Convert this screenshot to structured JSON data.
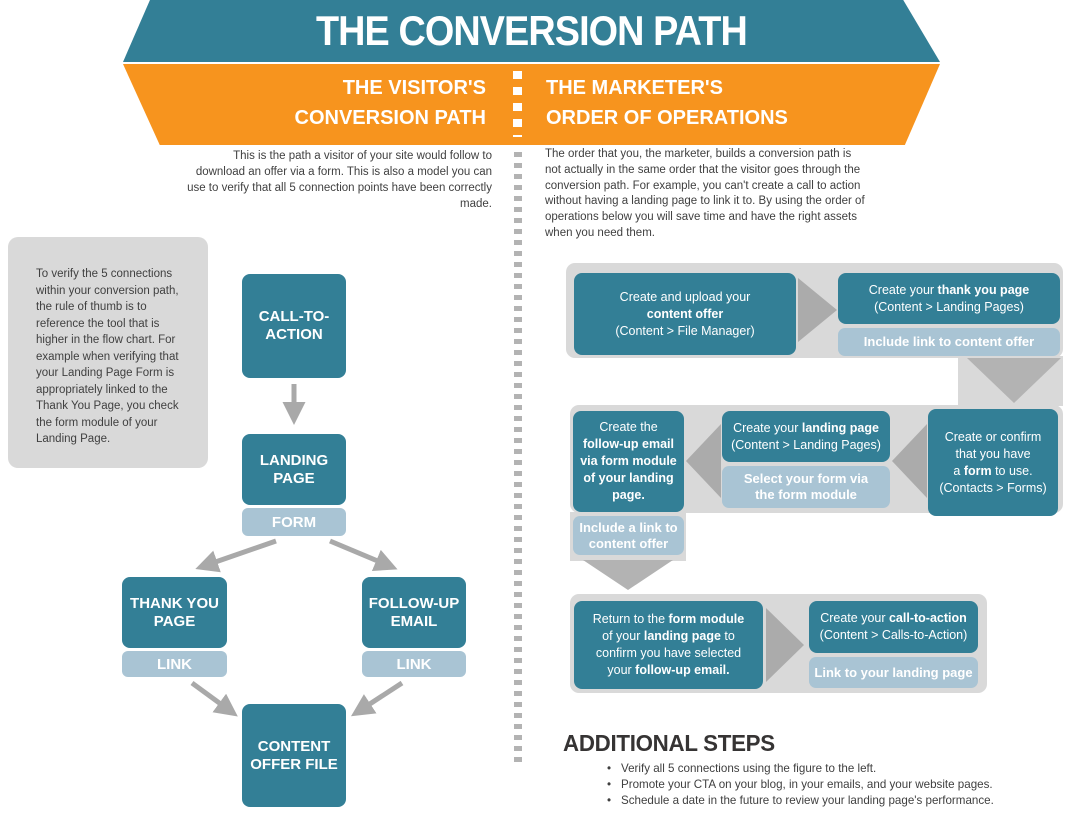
{
  "colors": {
    "teal": "#337F96",
    "orange": "#F7941E",
    "light_blue": "#A9C4D4",
    "panel_gray": "#D9D9D9",
    "arrow_gray": "#ABABAB",
    "text_dark": "#3F3F3F"
  },
  "header": {
    "title": "THE CONVERSION PATH",
    "visitor_subtitle": "THE VISITOR'S\nCONVERSION PATH",
    "marketer_subtitle": "THE MARKETER'S\nORDER OF OPERATIONS"
  },
  "visitor": {
    "intro": "This is the path a visitor of your site would follow to download an offer via a form. This is also a model you can use to verify that all 5 connection points have been correctly made.",
    "note": "To verify the 5 connections within your conversion path, the rule of thumb is to reference the tool that is higher in the flow chart. For example when verifying that your Landing Page Form is appropriately linked to the Thank You Page, you check the form module of your Landing Page.",
    "nodes": {
      "cta": "CALL-TO-\nACTION",
      "landing": "LANDING\nPAGE",
      "form": "FORM",
      "thank_you": "THANK YOU\nPAGE",
      "link_ty": "LINK",
      "follow_up": "FOLLOW-UP\nEMAIL",
      "link_fu": "LINK",
      "content_offer": "CONTENT\nOFFER FILE"
    }
  },
  "marketer": {
    "intro": "The order that you, the marketer, builds a conversion path is not actually in the same order that the visitor goes through the conversion path. For example, you can't create a call to action without having a landing page to link it to. By using the order of operations below you will save time and have the right assets when you need them.",
    "step1": {
      "line1": "Create and upload your",
      "line2_bold": "content offer",
      "line3": "(Content > File Manager)"
    },
    "step2": {
      "line1_pre": "Create your ",
      "line1_bold": "thank you page",
      "line2": "(Content > Landing Pages)",
      "sub": "Include link to content offer"
    },
    "step3": {
      "line1": "Create or confirm\nthat you have",
      "line2_pre": "a ",
      "line2_bold": "form",
      "line2_post": " to use.",
      "line3": "(Contacts > Forms)"
    },
    "step4": {
      "line1_pre": "Create your ",
      "line1_bold": "landing page",
      "line2": "(Content > Landing Pages)",
      "sub": "Select your form via\nthe form module"
    },
    "step5": {
      "line1": "Create the",
      "rest_bold": "follow-up email\nvia form module\nof your landing\npage.",
      "sub": "Include a link to\ncontent offer"
    },
    "step6": {
      "line1_pre": "Return to the ",
      "line1_bold": "form module",
      "line2_pre": "of your ",
      "line2_bold": "landing page",
      "line2_post": " to",
      "line3": "confirm you have selected",
      "line4_pre": "your ",
      "line4_bold": "follow-up email."
    },
    "step7": {
      "line1_pre": "Create your ",
      "line1_bold": "call-to-action",
      "line2": "(Content > Calls-to-Action)",
      "sub": "Link to your landing page"
    }
  },
  "additional": {
    "heading": "ADDITIONAL STEPS",
    "bullets": [
      "Verify all 5 connections using the figure to the left.",
      "Promote your CTA on your blog, in your emails, and your website pages.",
      "Schedule a date in the future to review your landing page's performance."
    ]
  }
}
